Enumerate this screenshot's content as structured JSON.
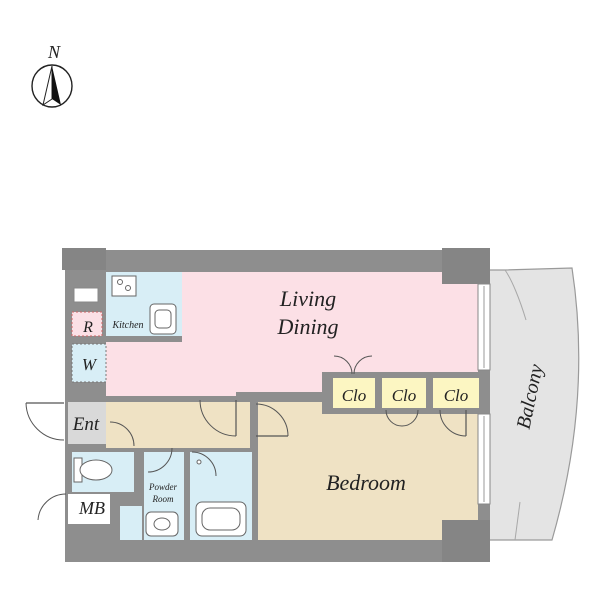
{
  "compass": {
    "label": "N"
  },
  "rooms": {
    "living": {
      "line1": "Living",
      "line2": "Dining"
    },
    "kitchen": "Kitchen",
    "refrigerator": "R",
    "washer": "W",
    "closets": [
      "Clo",
      "Clo",
      "Clo"
    ],
    "entrance": "Ent",
    "powder_room": {
      "line1": "Powder",
      "line2": "Room"
    },
    "bedroom": "Bedroom",
    "meter_box": "MB",
    "balcony": "Balcony"
  },
  "colors": {
    "living": "#fce0e6",
    "wet_area": "#d8eef6",
    "bedroom": "#efe2c4",
    "closet": "#fcf6c2",
    "balcony": "#e4e4e4",
    "entrance": "#d9d9d9",
    "wall": "#8e8e8e"
  }
}
